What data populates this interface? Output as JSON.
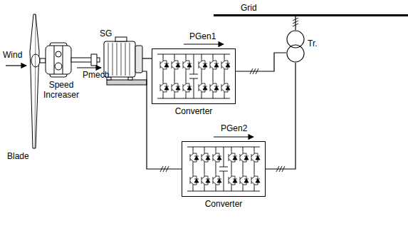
{
  "diagram": {
    "nodes": [
      {
        "text": [
          "Grid"
        ]
      },
      {
        "text": [
          "Tr."
        ]
      },
      {
        "text": [
          "SG"
        ]
      },
      {
        "text": [
          "Converter"
        ]
      },
      {
        "text": [
          "Converter"
        ]
      }
    ],
    "edges": [
      {
        "from": 2,
        "to": 3,
        "arrow": "none"
      },
      {
        "from": 2,
        "to": 4,
        "arrow": "none"
      },
      {
        "from": 3,
        "to": 1,
        "arrow": "none"
      },
      {
        "from": 4,
        "to": 1,
        "arrow": "none"
      },
      {
        "from": 1,
        "to": 0,
        "arrow": "none"
      }
    ],
    "labels": [
      "Wind",
      "Speed Increaser",
      "Pmech",
      "PGen1",
      "PGen2",
      "Blade"
    ]
  }
}
